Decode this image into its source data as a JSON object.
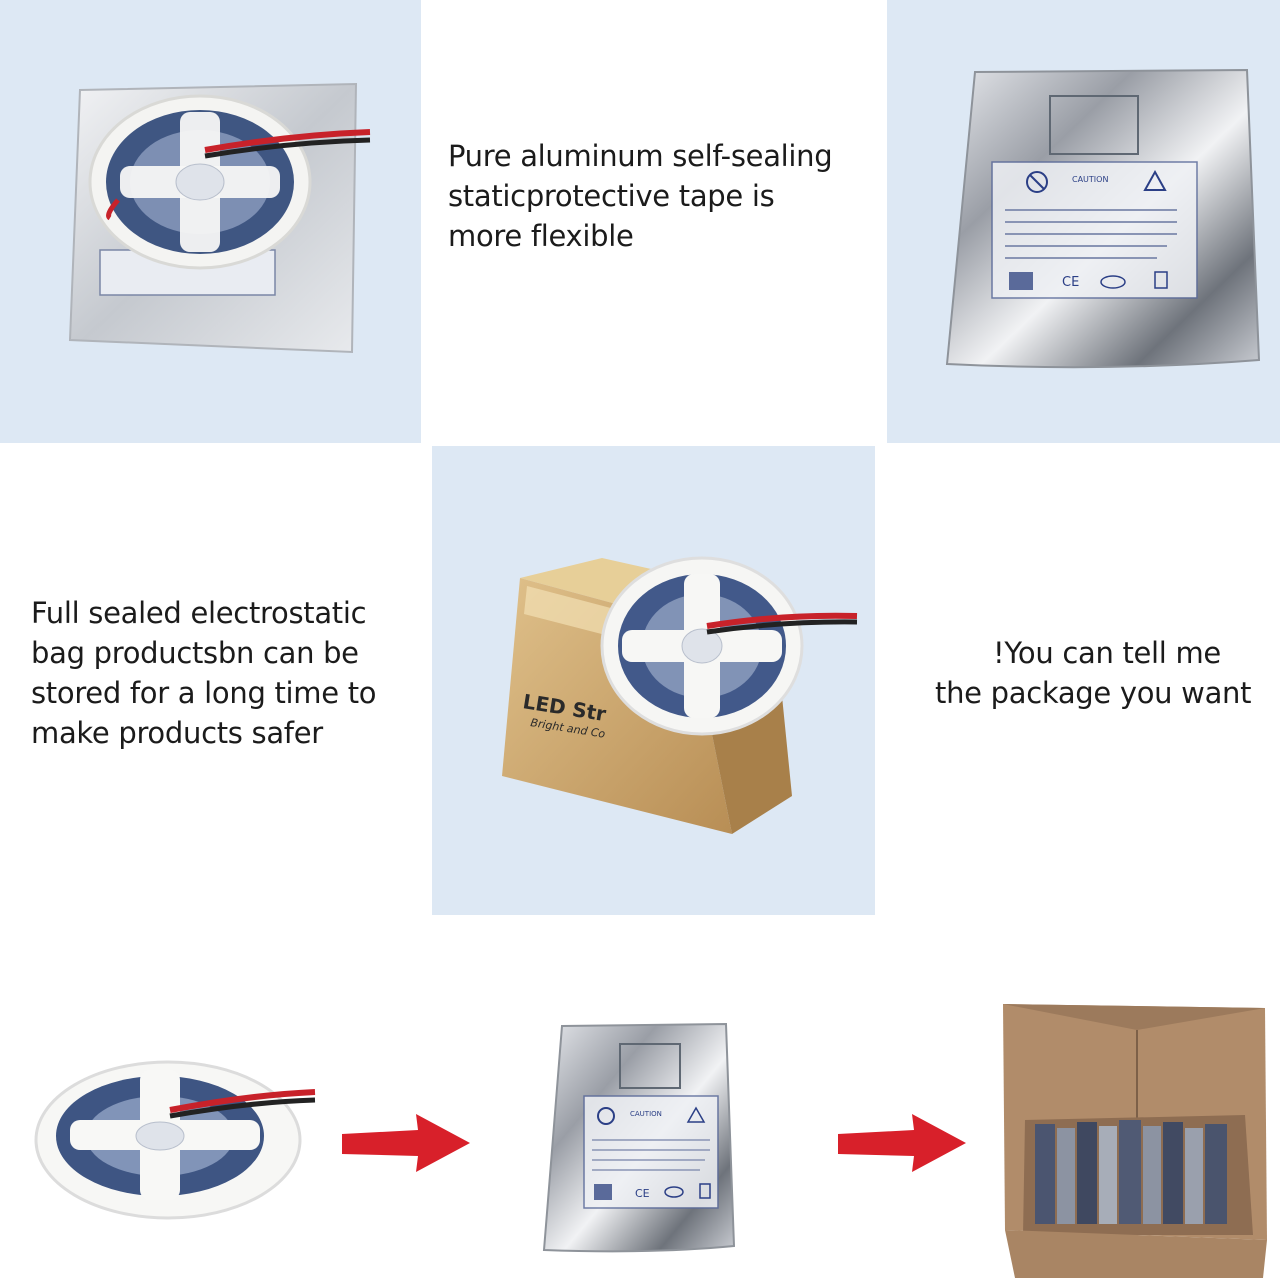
{
  "captions": {
    "aluminum_tape": [
      "Pure aluminum self-sealing",
      "staticprotective tape is",
      "more flexible"
    ],
    "sealed_bag": [
      "Full sealed electrostatic",
      "bag productsbn can be",
      "stored for a long time to",
      "make products safer"
    ],
    "custom_package": [
      "!You can tell me",
      "the package you want"
    ]
  },
  "bag_label": {
    "heading": "CAUTION",
    "marks": [
      "CE"
    ]
  },
  "box_label": {
    "title": "LED Str",
    "subtitle": "Bright and Co"
  },
  "colors": {
    "panel_blue": "#dde8f4",
    "arrow_red": "#d8202a",
    "cardboard": "#c9a36b",
    "led_strip": "#3d5680"
  },
  "icons": [
    "led-reel-icon",
    "antistatic-bag-icon",
    "esd-warning-icon",
    "arrow-right-icon",
    "carton-box-icon"
  ]
}
